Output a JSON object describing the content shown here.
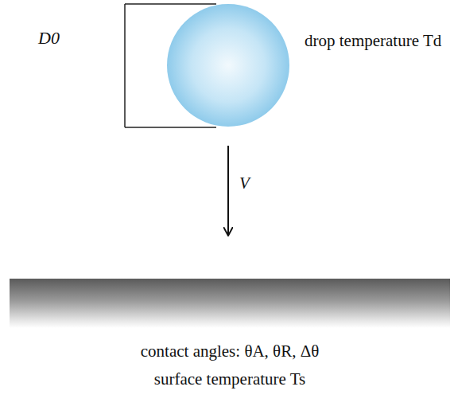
{
  "diagram": {
    "nodes": [
      {
        "text": [
          "drop temperature Td"
        ]
      },
      {
        "text": [
          "contact angles: θA, θR, Δθ",
          "surface temperature Ts"
        ]
      }
    ],
    "edges": [
      {
        "from": 0,
        "to": 1,
        "arrow": "to",
        "label": "V"
      }
    ],
    "labels": [
      "D0"
    ]
  }
}
